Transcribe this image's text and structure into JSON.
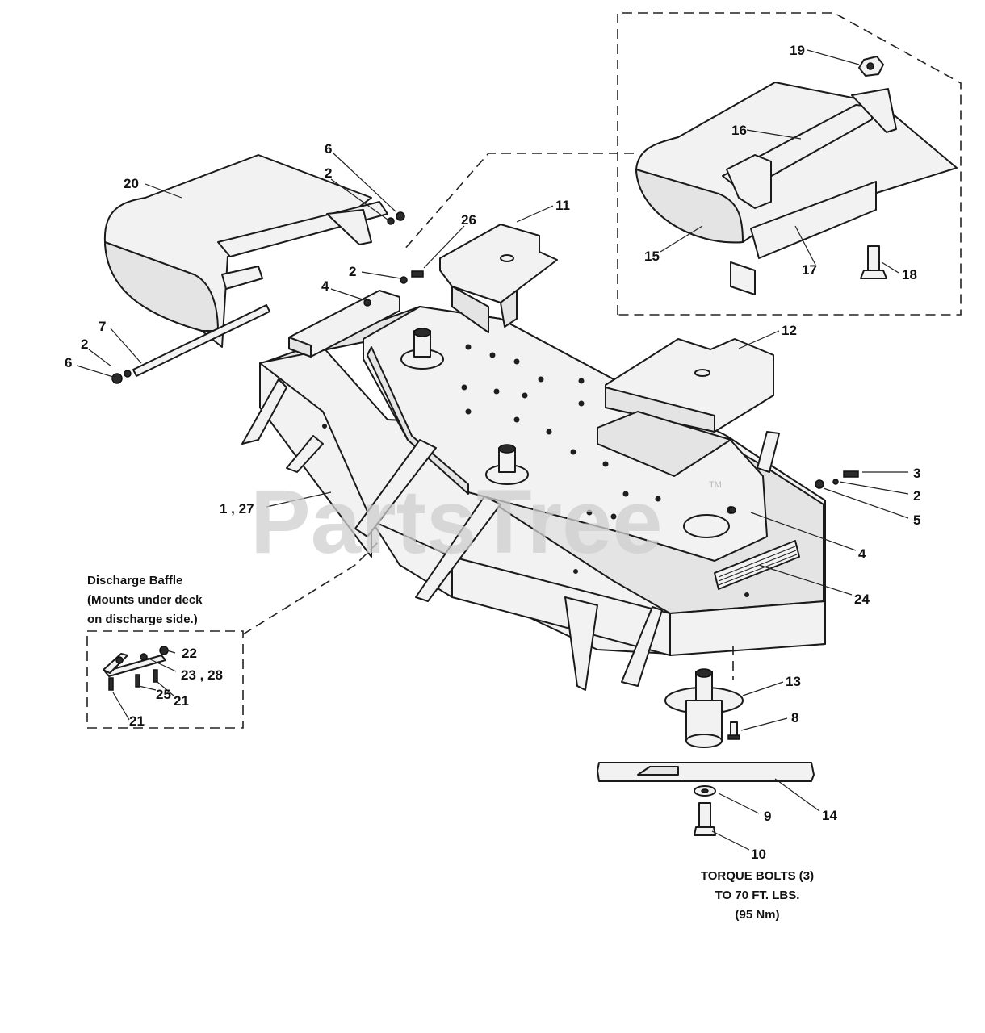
{
  "callouts": {
    "c1": "1 , 27",
    "c2a": "2",
    "c2b": "2",
    "c2c": "2",
    "c2d": "2",
    "c3": "3",
    "c4a": "4",
    "c4b": "4",
    "c5": "5",
    "c6a": "6",
    "c6b": "6",
    "c7": "7",
    "c8": "8",
    "c9": "9",
    "c10": "10",
    "c11": "11",
    "c12": "12",
    "c13": "13",
    "c14": "14",
    "c15": "15",
    "c16": "16",
    "c17": "17",
    "c18": "18",
    "c19": "19",
    "c20": "20",
    "c21a": "21",
    "c21b": "21",
    "c22": "22",
    "c23": "23 , 28",
    "c24": "24",
    "c25": "25",
    "c26": "26"
  },
  "baffle_note": {
    "line1": "Discharge Baffle",
    "line2": "(Mounts under deck",
    "line3": "on discharge side.)"
  },
  "torque_note": {
    "line1": "TORQUE BOLTS (3)",
    "line2": "TO 70 FT. LBS.",
    "line3": "(95 Nm)"
  },
  "watermark": {
    "text": "PartsTree",
    "tm": "TM"
  }
}
